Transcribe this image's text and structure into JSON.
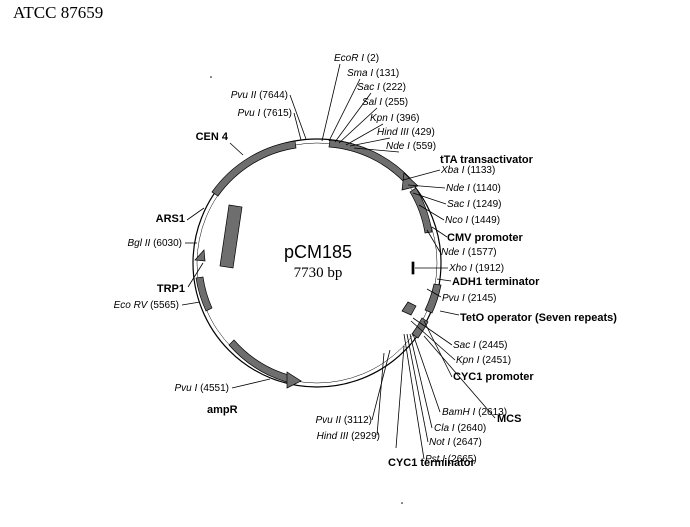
{
  "header": {
    "title": "ATCC 87659"
  },
  "plasmid": {
    "name": "pCM185",
    "size": "7730 bp"
  },
  "sites": [
    {
      "id": "ecori",
      "enzyme": "EcoR I",
      "pos": "(2)"
    },
    {
      "id": "smai",
      "enzyme": "Sma I",
      "pos": "(131)"
    },
    {
      "id": "saci1",
      "enzyme": "Sac I",
      "pos": "(222)"
    },
    {
      "id": "sali",
      "enzyme": "Sal I",
      "pos": "(255)"
    },
    {
      "id": "kpni1",
      "enzyme": "Kpn I",
      "pos": "(396)"
    },
    {
      "id": "hindiii1",
      "enzyme": "Hind III",
      "pos": "(429)"
    },
    {
      "id": "ndei1",
      "enzyme": "Nde I",
      "pos": "(559)"
    },
    {
      "id": "xbai",
      "enzyme": "Xba I",
      "pos": "(1133)"
    },
    {
      "id": "ndei2",
      "enzyme": "Nde I",
      "pos": "(1140)"
    },
    {
      "id": "saci2",
      "enzyme": "Sac I",
      "pos": "(1249)"
    },
    {
      "id": "ncoi",
      "enzyme": "Nco I",
      "pos": "(1449)"
    },
    {
      "id": "ndei3",
      "enzyme": "Nde I",
      "pos": "(1577)"
    },
    {
      "id": "xhoi",
      "enzyme": "Xho I",
      "pos": "(1912)"
    },
    {
      "id": "pvui1",
      "enzyme": "Pvu I",
      "pos": "(2145)"
    },
    {
      "id": "saci3",
      "enzyme": "Sac I",
      "pos": "(2445)"
    },
    {
      "id": "kpni2",
      "enzyme": "Kpn I",
      "pos": "(2451)"
    },
    {
      "id": "bamhi",
      "enzyme": "BamH I",
      "pos": "(2613)"
    },
    {
      "id": "clai",
      "enzyme": "Cla I",
      "pos": "(2640)"
    },
    {
      "id": "noti",
      "enzyme": "Not I",
      "pos": "(2647)"
    },
    {
      "id": "psti",
      "enzyme": "Pst I",
      "pos": "(2665)"
    },
    {
      "id": "pvuii1",
      "enzyme": "Pvu II",
      "pos": "(3112)"
    },
    {
      "id": "hindiii2",
      "enzyme": "Hind III",
      "pos": "(2929)"
    },
    {
      "id": "pvui2",
      "enzyme": "Pvu I",
      "pos": "(4551)"
    },
    {
      "id": "ecorv",
      "enzyme": "Eco RV",
      "pos": "(5565)"
    },
    {
      "id": "bglii",
      "enzyme": "Bgl II",
      "pos": "(6030)"
    },
    {
      "id": "pvui3",
      "enzyme": "Pvu I",
      "pos": "(7615)"
    },
    {
      "id": "pvuii2",
      "enzyme": "Pvu II",
      "pos": "(7644)"
    }
  ],
  "features": {
    "cen4": "CEN 4",
    "tta": "tTA transactivator",
    "cmv": "CMV promoter",
    "adh1": "ADH1 terminator",
    "teto": "TetO operator (Seven repeats)",
    "cyc1p": "CYC1 promoter",
    "mcs": "MCS",
    "cyc1t": "CYC1 terminator",
    "ampr": "ampR",
    "trp1": "TRP1",
    "ars1": "ARS1"
  },
  "colors": {
    "line": "#000000",
    "feature_fill": "#6e6e6e"
  }
}
